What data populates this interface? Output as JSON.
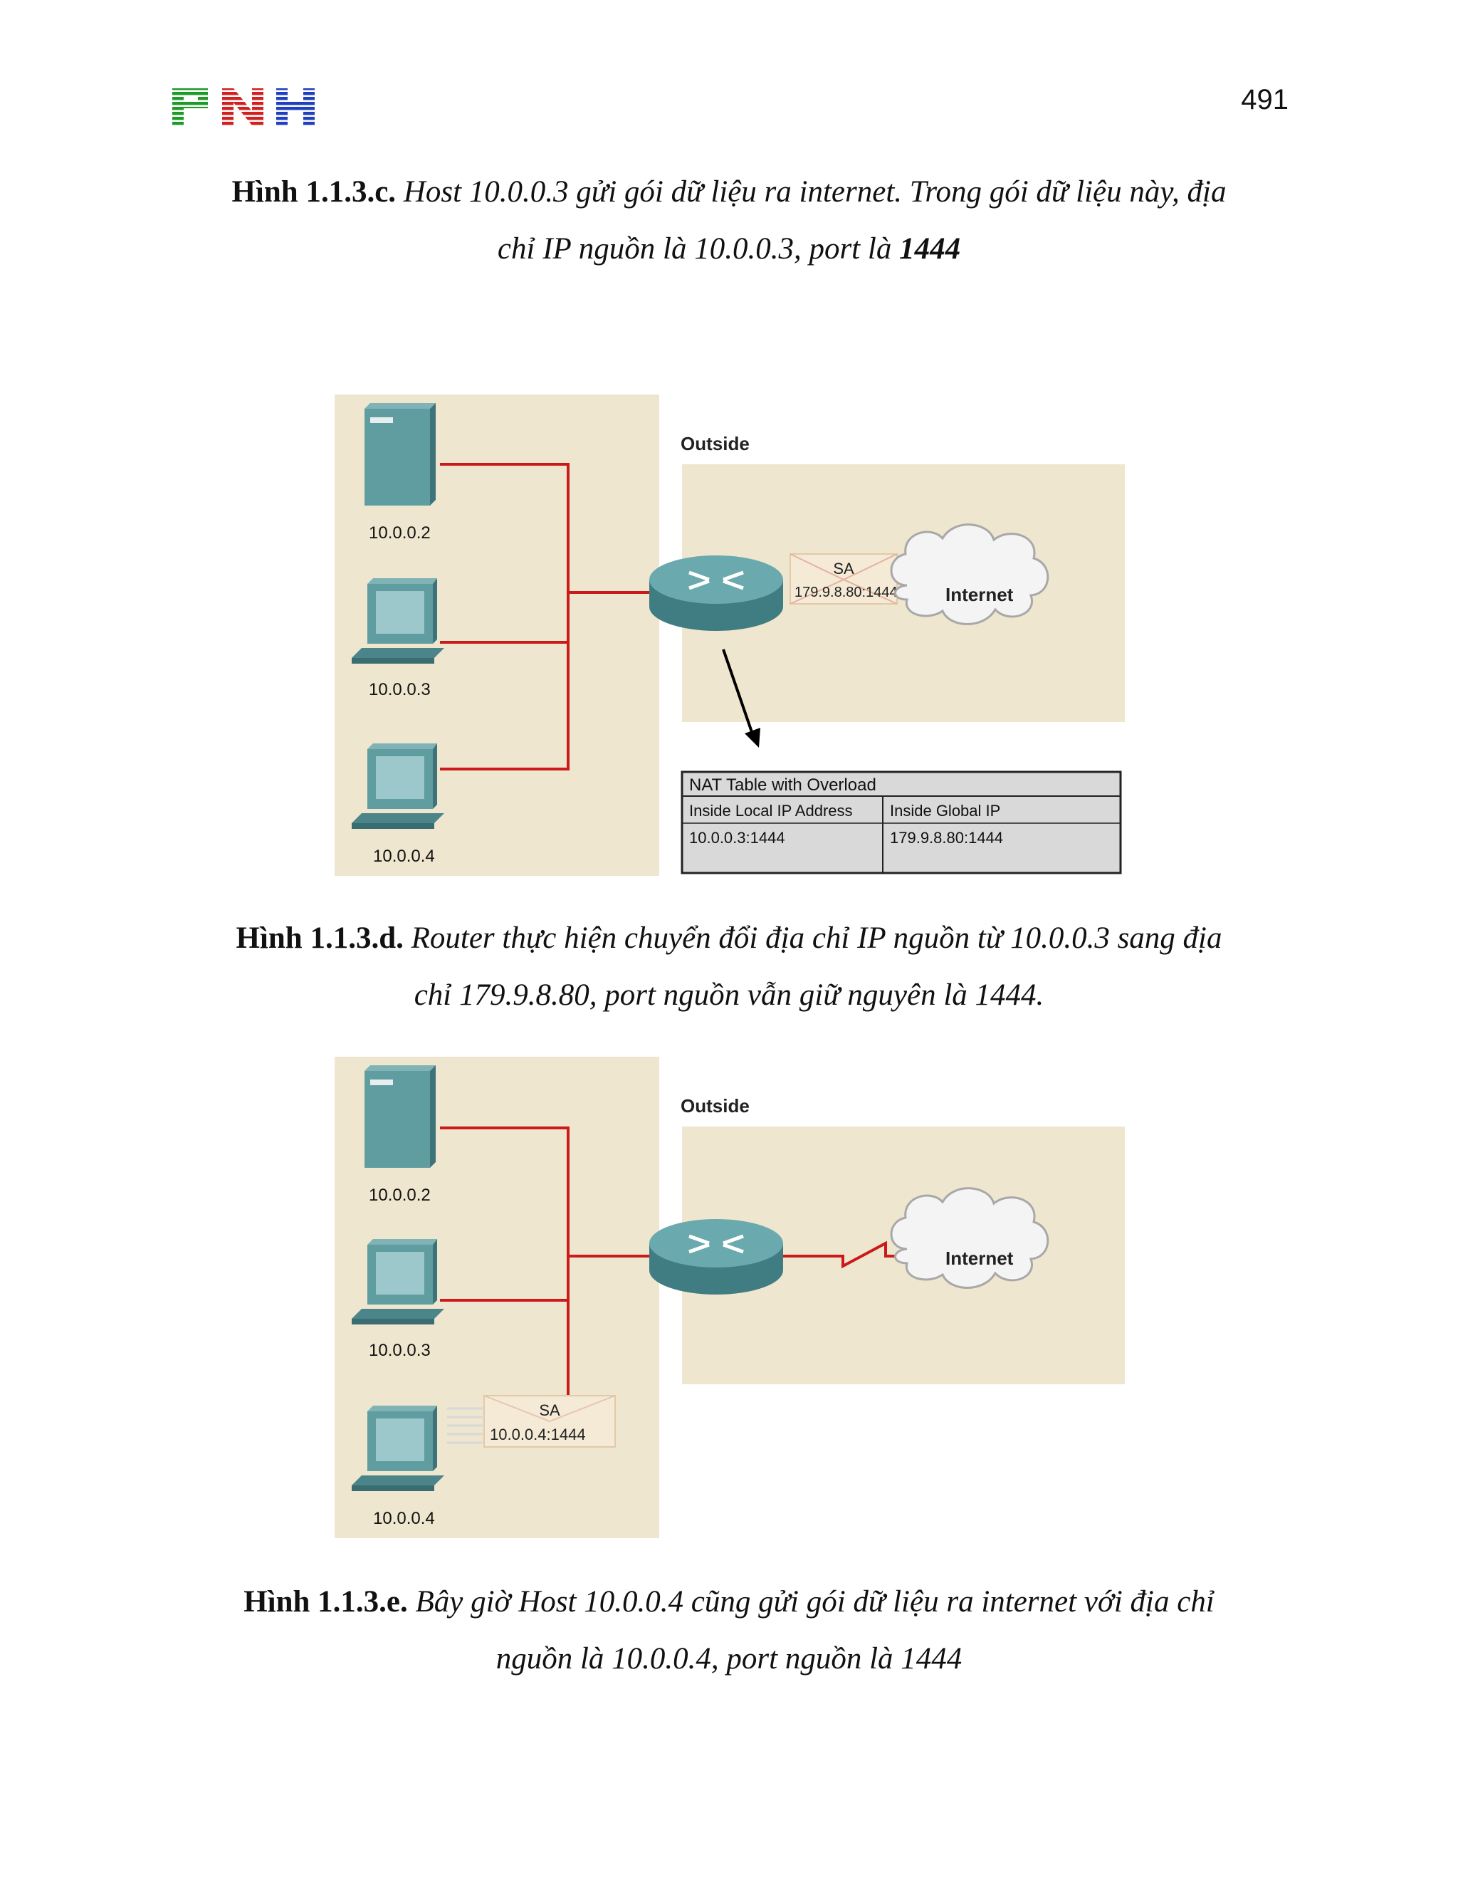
{
  "header": {
    "logo_text": "PNH",
    "page_number": "491"
  },
  "captions": {
    "c": {
      "label": "Hình 1.1.3.c.",
      "line1": "Host 10.0.0.3 gửi gói dữ liệu ra internet. Trong gói  dữ liệu này, địa",
      "line2_prefix": "chỉ IP nguồn là 10.0.0.3, port là ",
      "line2_emphasis": "1444"
    },
    "d": {
      "label": "Hình 1.1.3.d.",
      "line1": "Router thực hiện chuyển đổi địa chỉ IP nguồn từ 10.0.0.3 sang địa",
      "line2": "chỉ 179.9.8.80, port nguồn vẫn giữ nguyên là 1444."
    },
    "e": {
      "label": "Hình 1.1.3.e.",
      "line1": "Bây giờ Host 10.0.0.4 cũng gửi gói dữ liệu ra internet với địa chỉ",
      "line2": "nguồn là 10.0.0.4, port nguồn là 1444"
    }
  },
  "figure1": {
    "outside_label": "Outside",
    "hosts": [
      "10.0.0.2",
      "10.0.0.3",
      "10.0.0.4"
    ],
    "cloud_label": "Internet",
    "packet": {
      "title": "SA",
      "value": "179.9.8.80:1444"
    },
    "nat_table": {
      "title": "NAT Table with Overload",
      "headers": [
        "Inside Local IP Address",
        "Inside Global IP"
      ],
      "rows": [
        [
          "10.0.0.3:1444",
          "179.9.8.80:1444"
        ]
      ]
    }
  },
  "figure2": {
    "outside_label": "Outside",
    "hosts": [
      "10.0.0.2",
      "10.0.0.3",
      "10.0.0.4"
    ],
    "cloud_label": "Internet",
    "packet": {
      "title": "SA",
      "value": "10.0.0.4:1444"
    }
  },
  "colors": {
    "inside_bg": "#efe6cf",
    "outside_bg": "#efe6cf",
    "link": "#cc1a1a",
    "device": "#4f8a8f",
    "logo_green": "#1f9a2a",
    "logo_red": "#d22020",
    "logo_blue": "#1f3fbf"
  }
}
